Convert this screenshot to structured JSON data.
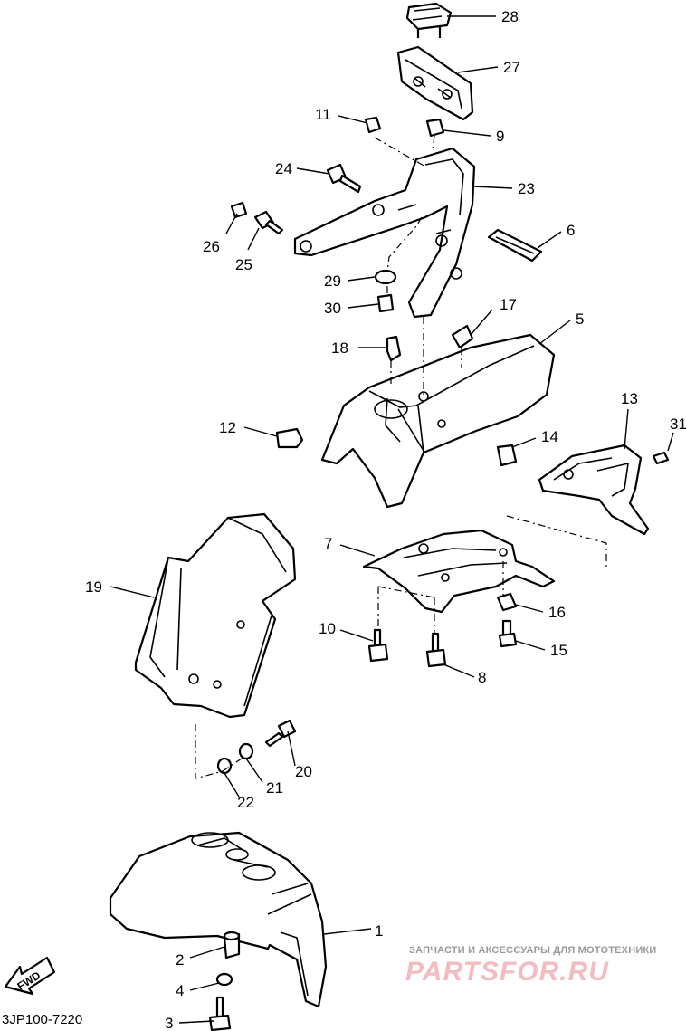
{
  "diagram_code": "3JP100-7220",
  "fwd_label": "FWD",
  "watermark": {
    "caption": "ЗАПЧАСТИ И АКСЕССУАРЫ ДЛЯ МОТОТЕХНИКИ",
    "logo_text": "PARTSFOR.RU"
  },
  "callouts": [
    "1",
    "2",
    "3",
    "4",
    "5",
    "6",
    "7",
    "8",
    "9",
    "10",
    "11",
    "12",
    "13",
    "14",
    "15",
    "16",
    "17",
    "18",
    "19",
    "20",
    "21",
    "22",
    "23",
    "24",
    "25",
    "26",
    "27",
    "28",
    "29",
    "30",
    "31"
  ]
}
